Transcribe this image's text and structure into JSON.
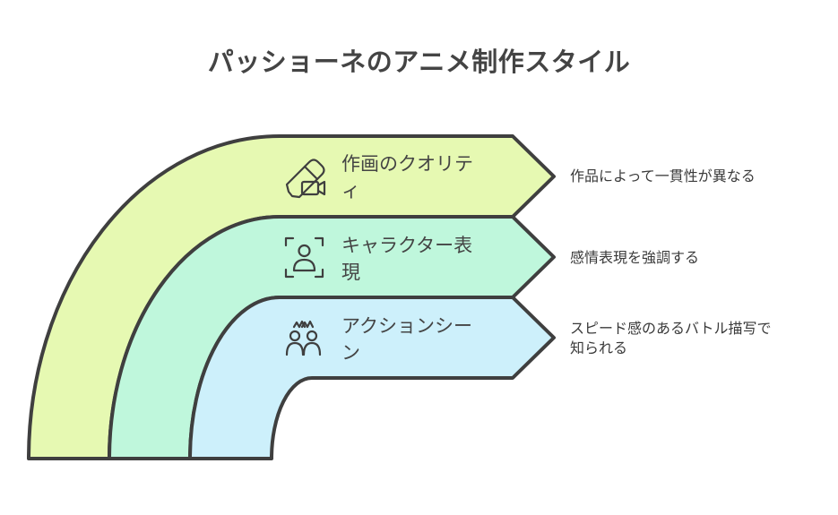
{
  "title": "パッショーネのアニメ制作スタイル",
  "bands": [
    {
      "label_line1": "作画のクオリテ",
      "label_line2": "ィ",
      "description": "作品によって一貫性が異なる",
      "icon": "pencil-video-icon",
      "fill": "#e6f9b2"
    },
    {
      "label_line1": "キャラクター表",
      "label_line2": "現",
      "description": "感情表現を強調する",
      "icon": "person-focus-icon",
      "fill": "#bff7dc"
    },
    {
      "label_line1": "アクションシー",
      "label_line2": "ン",
      "description_line1": "スピード感のあるバトル描写で",
      "description_line2": "知られる",
      "icon": "fighters-icon",
      "fill": "#cdf0fb"
    }
  ],
  "colors": {
    "stroke": "#3f3f3f",
    "text": "#444444"
  }
}
